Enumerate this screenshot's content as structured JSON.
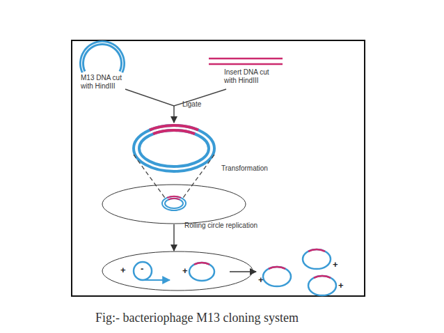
{
  "diagram": {
    "caption": "Fig:- bacteriophage M13 cloning system",
    "nodes": [
      {
        "text": [
          "M13 DNA cut with HindIII"
        ]
      },
      {
        "text": [
          "Insert DNA cut with HindIII"
        ]
      }
    ],
    "labels": [
      "Ligate",
      "Transformation",
      "Rolling circle replication",
      "+",
      "-",
      "+",
      "+",
      "+",
      "+"
    ]
  }
}
